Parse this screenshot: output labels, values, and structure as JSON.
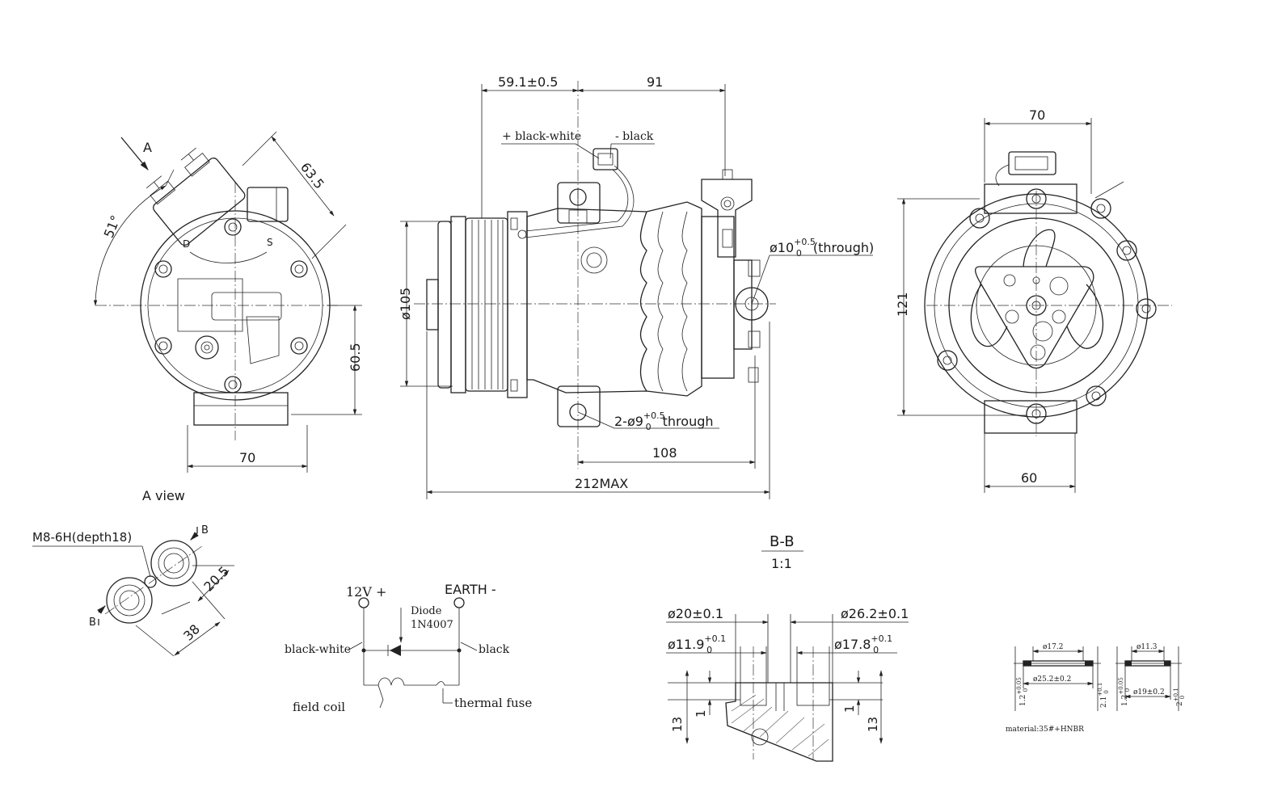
{
  "a_view": {
    "arrow_label": "A",
    "angle": "51°",
    "dim_63_5": "63.5",
    "port_d": "D",
    "port_s": "S",
    "dim_60_5": "60.5",
    "dim_70": "70",
    "caption": "A view"
  },
  "side_view": {
    "dim_59_1": "59.1±0.5",
    "dim_91": "91",
    "wire_plus": "+ black-white",
    "wire_minus": "- black",
    "dia_105": "ø105",
    "hole_10_main": "ø10",
    "hole_10_sup": "+0.5",
    "hole_10_sub": "0",
    "hole_10_note": "(through)",
    "holes_9_main": "2-ø9",
    "holes_9_sup": "+0.5",
    "holes_9_sub": "0",
    "holes_9_note": "through",
    "dim_108": "108",
    "dim_212": "212MAX"
  },
  "front_view": {
    "dim_70": "70",
    "dim_121": "121",
    "dim_60": "60"
  },
  "port_detail": {
    "thread": "M8-6H(depth18)",
    "section_b_top": "B",
    "section_b_bottom": "B",
    "dim_20_5": "20.5",
    "dim_38": "38"
  },
  "circuit": {
    "v_plus": "12V +",
    "earth": "EARTH -",
    "diode": "Diode",
    "diode_part": "1N4007",
    "black_white": "black-white",
    "black": "black",
    "field_coil": "field coil",
    "thermal_fuse": "thermal fuse"
  },
  "section": {
    "title": "B-B",
    "scale": "1:1",
    "d20": "ø20±0.1",
    "d26": "ø26.2±0.1",
    "d11_main": "ø11.9",
    "d11_sup": "+0.1",
    "d11_sub": "0",
    "d17_main": "ø17.8",
    "d17_sup": "+0.1",
    "d17_sub": "0",
    "left_13": "13",
    "left_1": "1",
    "right_1": "1",
    "right_13": "13"
  },
  "gaskets": {
    "g1_inner": "ø17.2",
    "g1_outer": "ø25.2±0.2",
    "g1_thick_main": "1.2",
    "g1_thick_sup": "+0.05",
    "g1_thick_sub": "0",
    "g1_height_main": "2.1",
    "g1_height_sup": "+0.1",
    "g1_height_sub": "0",
    "g2_inner": "ø11.3",
    "g2_outer": "ø19±0.2",
    "g2_thick_main": "1.2",
    "g2_thick_sup": "+0.05",
    "g2_thick_sub": "0",
    "g2_height_main": "2",
    "g2_height_sup": "+0.1",
    "g2_height_sub": "0",
    "material": "material:35#+HNBR"
  }
}
